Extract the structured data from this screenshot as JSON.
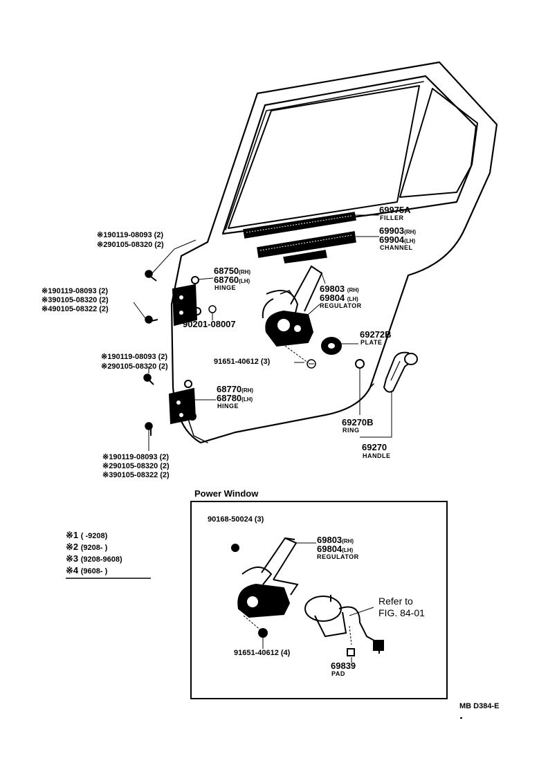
{
  "parts": {
    "filler": {
      "number": "69975A",
      "caption": "FILLER"
    },
    "channel": {
      "rh": "69903",
      "lh": "69904",
      "rh_tag": "(RH)",
      "lh_tag": "(LH)",
      "caption": "CHANNEL"
    },
    "upper_hinge": {
      "rh": "68750",
      "lh": "68760",
      "rh_tag": "(RH)",
      "lh_tag": "(LH)",
      "caption": "HINGE"
    },
    "regulator": {
      "rh": "69803",
      "lh": "69804",
      "rh_tag": "(RH)",
      "lh_tag": "(LH)",
      "caption": "REGULATOR"
    },
    "bolt_upper": "90201-08007",
    "plate": {
      "number": "69272B",
      "caption": "PLATE"
    },
    "rivet": "91651-40612 (3)",
    "lower_hinge": {
      "rh": "68770",
      "lh": "68780",
      "rh_tag": "(RH)",
      "lh_tag": "(LH)",
      "caption": "HINGE"
    },
    "ring": {
      "number": "69270B",
      "caption": "RING"
    },
    "handle": {
      "number": "69270",
      "caption": "HANDLE"
    }
  },
  "bolt_groups": {
    "top": [
      {
        "mark": "※1",
        "text": "90119-08093 (2)"
      },
      {
        "mark": "※2",
        "text": "90105-08320 (2)"
      }
    ],
    "mid": [
      {
        "mark": "※1",
        "text": "90119-08093 (2)"
      },
      {
        "mark": "※3",
        "text": "90105-08320 (2)"
      },
      {
        "mark": "※4",
        "text": "90105-08322 (2)"
      }
    ],
    "lower": [
      {
        "mark": "※1",
        "text": "90119-08093 (2)"
      },
      {
        "mark": "※2",
        "text": "90105-08320 (2)"
      }
    ],
    "bottom": [
      {
        "mark": "※1",
        "text": "90119-08093 (2)"
      },
      {
        "mark": "※2",
        "text": "90105-08320 (2)"
      },
      {
        "mark": "※3",
        "text": "90105-08322 (2)"
      }
    ]
  },
  "legend": [
    {
      "mark": "※1",
      "range": "(      -9208)"
    },
    {
      "mark": "※2",
      "range": "(9208-       )"
    },
    {
      "mark": "※3",
      "range": "(9208-9608)"
    },
    {
      "mark": "※4",
      "range": "(9608-       )"
    }
  ],
  "power_window": {
    "title": "Power Window",
    "screw": "90168-50024 (3)",
    "regulator": {
      "rh": "69803",
      "lh": "69804",
      "rh_tag": "(RH)",
      "lh_tag": "(LH)",
      "caption": "REGULATOR"
    },
    "refer_line1": "Refer to",
    "refer_line2": "FIG. 84-01",
    "rivet": "91651-40612 (4)",
    "pad": {
      "number": "69839",
      "caption": "PAD"
    }
  },
  "figure_code": "MB  D384-E"
}
